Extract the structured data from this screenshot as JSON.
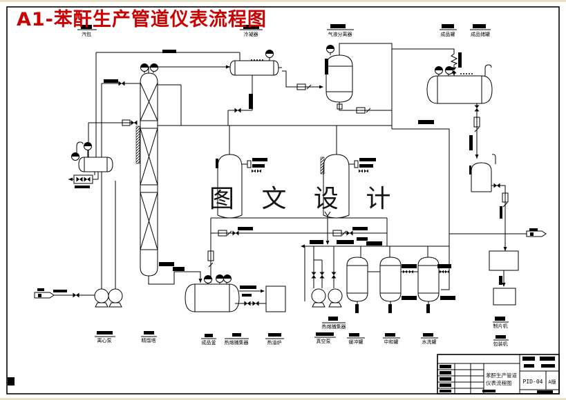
{
  "header": {
    "title": "A1-苯酐生产管道仪表流程图"
  },
  "watermark": "图 文 设 计",
  "colors": {
    "title_red": "#cc0000",
    "line_black": "#000000"
  },
  "equipment_labels": {
    "steam_drum": "汽包",
    "condenser": "冷凝器",
    "gas_liquid_separator": "气液分离器",
    "product_tank": "成品罐",
    "product_storage_tank": "成品储罐",
    "centrifugal_pump": "离心泵",
    "distillation_column": "精馏塔",
    "product_kettle": "成品釜",
    "hot_melt_trap_bottom": "热熔捕集器",
    "hot_oil_furnace": "热油炉",
    "hot_melt_trap_mid": "热熔捕集器",
    "vacuum_pump": "真空泵",
    "buffer_tank": "缓冲罐",
    "neutralization_tank": "中和罐",
    "water_wash_tank": "水洗罐",
    "flaker": "制片机",
    "packaging_machine": "包装机"
  },
  "title_block": {
    "project_name_line1": "苯酐生产管道",
    "project_name_line2": "仪表流程图",
    "drawing_no": "PID-04",
    "revision": "A版"
  }
}
